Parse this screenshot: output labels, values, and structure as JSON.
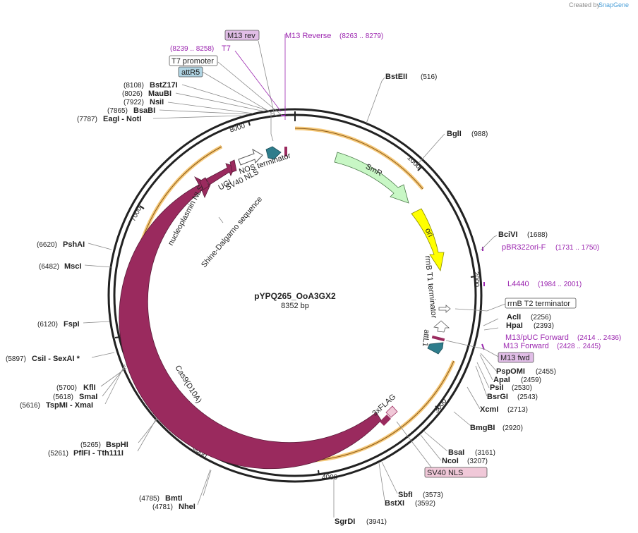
{
  "branding": {
    "created_by": "Created by",
    "app_name": "SnapGene"
  },
  "plasmid": {
    "name": "pYPQ265_OoA3GX2",
    "length_label": "8352 bp"
  },
  "ticks": [
    "1000",
    "2000",
    "3000",
    "4000",
    "5000",
    "6000",
    "7000",
    "8000"
  ],
  "restriction_sites": [
    {
      "name": "BstEII",
      "pos": "(516)"
    },
    {
      "name": "BglI",
      "pos": "(988)"
    },
    {
      "name": "BciVI",
      "pos": "(1688)"
    },
    {
      "name": "AclI",
      "pos": "(2256)"
    },
    {
      "name": "HpaI",
      "pos": "(2393)"
    },
    {
      "name": "PspOMI",
      "pos": "(2455)"
    },
    {
      "name": "ApaI",
      "pos": "(2459)"
    },
    {
      "name": "PsiI",
      "pos": "(2530)"
    },
    {
      "name": "BsrGI",
      "pos": "(2543)"
    },
    {
      "name": "XcmI",
      "pos": "(2713)"
    },
    {
      "name": "BmgBI",
      "pos": "(2920)"
    },
    {
      "name": "BsaI",
      "pos": "(3161)"
    },
    {
      "name": "NcoI",
      "pos": "(3207)"
    },
    {
      "name": "SbfI",
      "pos": "(3573)"
    },
    {
      "name": "BstXI",
      "pos": "(3592)"
    },
    {
      "name": "SgrDI",
      "pos": "(3941)"
    },
    {
      "name": "BmtI",
      "pos": "(4785)"
    },
    {
      "name": "NheI",
      "pos": "(4781)"
    },
    {
      "name": "BspHI",
      "pos": "(5265)"
    },
    {
      "name": "PflFI - Tth111I",
      "pos": "(5261)"
    },
    {
      "name": "KflI",
      "pos": "(5700)"
    },
    {
      "name": "SmaI",
      "pos": "(5618)"
    },
    {
      "name": "TspMI - XmaI",
      "pos": "(5616)"
    },
    {
      "name": "CsiI - SexAI *",
      "pos": "(5897)"
    },
    {
      "name": "FspI",
      "pos": "(6120)"
    },
    {
      "name": "MscI",
      "pos": "(6482)"
    },
    {
      "name": "PshAI",
      "pos": "(6620)"
    },
    {
      "name": "BstZ17I",
      "pos": "(8108)"
    },
    {
      "name": "MauBI",
      "pos": "(8026)"
    },
    {
      "name": "NsiI",
      "pos": "(7922)"
    },
    {
      "name": "BsaBI",
      "pos": "(7865)"
    },
    {
      "name": "EagI - NotI",
      "pos": "(7787)"
    }
  ],
  "primers": [
    {
      "name": "M13 Reverse",
      "pos": "(8263 .. 8279)"
    },
    {
      "name": "T7",
      "pos": "(8239 .. 8258)"
    },
    {
      "name": "pBR322ori-F",
      "pos": "(1731 .. 1750)"
    },
    {
      "name": "L4440",
      "pos": "(1984 .. 2001)"
    },
    {
      "name": "M13/pUC Forward",
      "pos": "(2414 .. 2436)"
    },
    {
      "name": "M13 Forward",
      "pos": "(2428 .. 2445)"
    }
  ],
  "boxed_features": {
    "m13_rev": "M13 rev",
    "t7_promoter": "T7 promoter",
    "attr5": "attR5",
    "rrnb_t2": "rrnB T2 terminator",
    "m13_fwd": "M13 fwd",
    "sv40_nls_box": "SV40 NLS"
  },
  "features": {
    "smr": "SmR",
    "ori": "ori",
    "rrnb_t1": "rrnB T1 terminator",
    "attl1": "attL1",
    "cas9": "Cas9(D10A)",
    "flag": "3xFLAG",
    "nos": "NOS terminator",
    "ugi": "UGI",
    "sv40": "SV40 NLS",
    "nucleoplasmin": "nucleoplasmin NLS",
    "shine": "Shine-Dalgarno sequence"
  },
  "colors": {
    "cas9": "#9a2a5e",
    "smr": "#c8f7c5",
    "ori": "#ffff00",
    "attl": "#2e7d8c",
    "orf": "#f5a623",
    "primer": "#9c27b0",
    "m13_box": "#e1bee7",
    "attr5_box": "#b0d4e3",
    "sv40_box": "#f0c8d8"
  }
}
